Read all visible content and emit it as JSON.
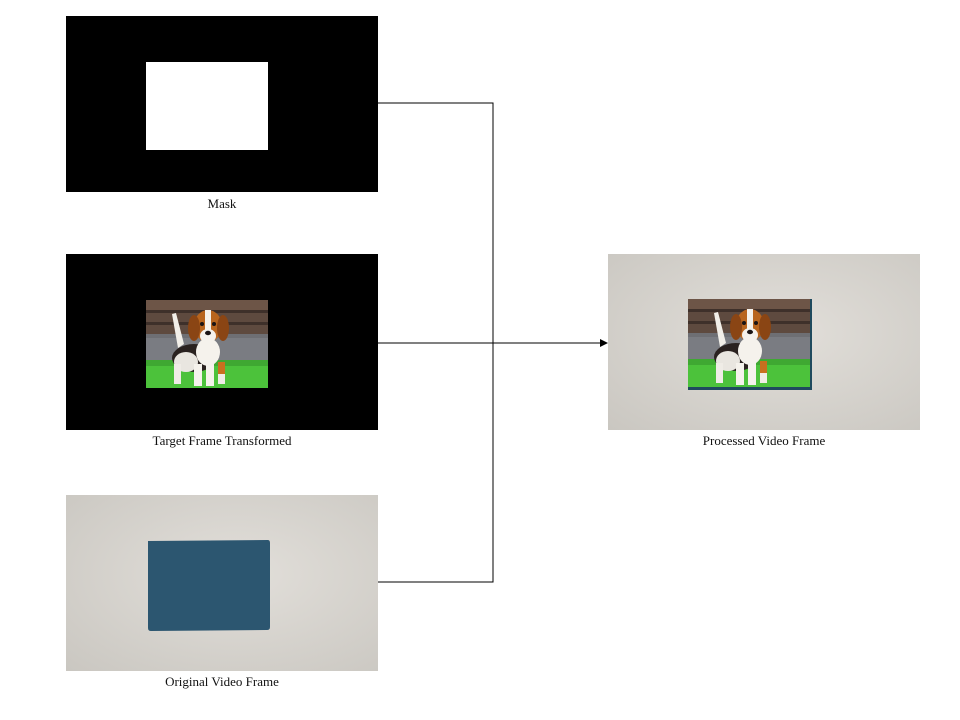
{
  "panels": {
    "mask": {
      "caption": "Mask"
    },
    "target": {
      "caption": "Target Frame Transformed"
    },
    "original": {
      "caption": "Original Video Frame"
    },
    "processed": {
      "caption": "Processed Video Frame"
    }
  },
  "colors": {
    "mask_background": "#000000",
    "mask_region": "#ffffff",
    "paper_background": "#d9d6d1",
    "blue_card": "#2c5670",
    "connector": "#000000"
  },
  "icons": {
    "arrow": "arrow-head-icon"
  }
}
